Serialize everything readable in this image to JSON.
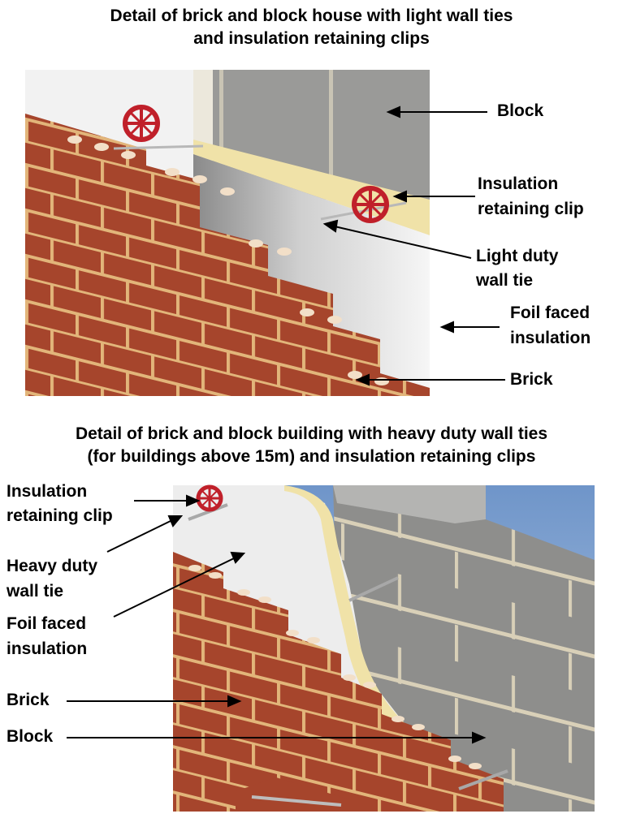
{
  "diagram1": {
    "title_line1": "Detail of brick and block house with light wall ties",
    "title_line2": "and insulation retaining clips",
    "labels": {
      "block": "Block",
      "clip_line1": "Insulation",
      "clip_line2": "retaining clip",
      "tie_line1": "Light duty",
      "tie_line2": "wall tie",
      "foil_line1": "Foil faced",
      "foil_line2": "insulation",
      "brick": "Brick"
    }
  },
  "diagram2": {
    "title_line1": "Detail of brick and block building with heavy duty wall ties",
    "title_line2": "(for buildings above 15m) and insulation retaining clips",
    "labels": {
      "clip_line1": "Insulation",
      "clip_line2": "retaining clip",
      "tie_line1": "Heavy duty",
      "tie_line2": "wall tie",
      "foil_line1": "Foil faced",
      "foil_line2": "insulation",
      "brick": "Brick",
      "block": "Block"
    }
  },
  "colors": {
    "brick": "#a6452c",
    "mortar": "#e2b57a",
    "block": "#9a9a98",
    "insulation": "#eeeeee",
    "foam": "#f0e2a8",
    "clip": "#c0202a",
    "sky": "#8fb0d8"
  }
}
